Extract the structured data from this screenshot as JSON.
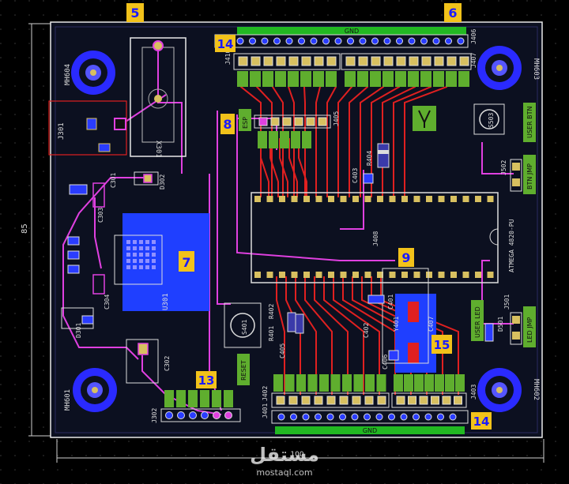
{
  "colors": {
    "background": "#000000",
    "board": "#0c1020",
    "track_red": "#e02020",
    "track_magenta": "#e040e0",
    "pad_gold": "#d8c060",
    "silk": "#e0e0e0",
    "label_fill": "#f2c21a",
    "label_text": "#1a1aff",
    "gnd_green": "#22b822",
    "label_green": "#5fae2e",
    "mounting_blue": "#3a3aff",
    "highlight_blue": "#1f3fff"
  },
  "callouts": {
    "c5": "5",
    "c6": "6",
    "c14a": "14",
    "c8": "8",
    "c7": "7",
    "c9": "9",
    "c15": "15",
    "c13": "13",
    "c14b": "14"
  },
  "bars": {
    "gnd_top": "GND",
    "gnd_bottom": "GND"
  },
  "designators": {
    "mh604": "MH604",
    "mh603": "MH603",
    "mh601": "MH601",
    "mh602": "MH602",
    "j301": "J301",
    "x301": "X301",
    "c301": "C301",
    "c303": "C303",
    "d302": "D302",
    "u301": "U301",
    "c304": "C304",
    "d301": "D301",
    "c302": "C302",
    "j410": "J410",
    "j406": "J406",
    "j407": "J407",
    "j405": "J405",
    "c403": "C403",
    "r404": "R404",
    "j408": "J408",
    "c401": "C401",
    "c402": "C402",
    "y401": "Y401",
    "c406": "C406",
    "c407": "C407",
    "j502": "J502",
    "s503": "S503",
    "j501": "J501",
    "r501": "R501",
    "d501": "D501",
    "s401": "S401",
    "r401": "R401",
    "r402": "R402",
    "c405": "C405",
    "j302": "J302",
    "j401": "J401",
    "j402": "J402",
    "j403": "J403"
  },
  "labels": {
    "esp": "ESP",
    "reset": "RESET",
    "user_btn": "USER BTN",
    "btn_jmp": "BTN JMP",
    "user_led": "USER LED",
    "led_jmp": "LED JMP",
    "mcu": "ATMEGA 4820-PU",
    "dim_left": "85",
    "dim_bottom": "100"
  },
  "watermark": {
    "arabic": "مستقل",
    "latin": "mostaql.com"
  }
}
